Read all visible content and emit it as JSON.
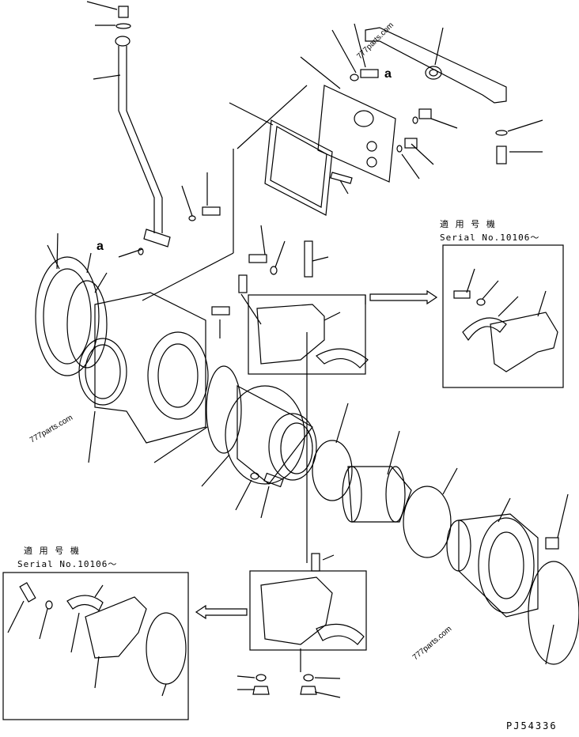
{
  "serial_note_right": {
    "line1": "適 用 号 機",
    "line2": "Serial No.10106～"
  },
  "serial_note_left": {
    "line1": "適 用 号 機",
    "line2": "Serial No.10106～"
  },
  "view_marker_top": "a",
  "view_marker_left": "a",
  "watermarks": [
    "777parts.com",
    "777parts.com",
    "777parts.com"
  ],
  "drawing_code": "PJ54336",
  "colors": {
    "ink": "#000000",
    "paper": "#ffffff"
  }
}
